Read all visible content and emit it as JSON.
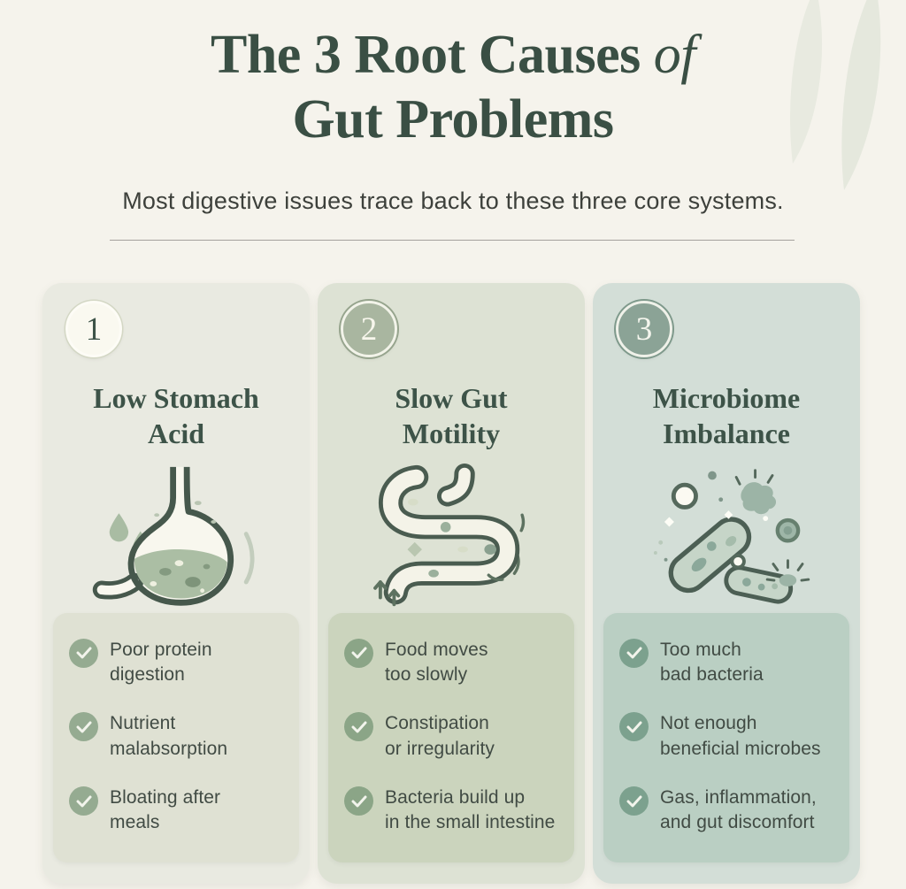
{
  "header": {
    "title_line1_main": "The 3 Root Causes",
    "title_line1_italic": "of",
    "title_line2": "Gut Problems",
    "subtitle": "Most digestive issues trace back to these three core systems."
  },
  "palette": {
    "page_background": "#f5f3ec",
    "title_green": "#3a4f44",
    "body_text": "#414b44",
    "card1_bg": "#e9eae1",
    "card2_bg": "#dde2d4",
    "card3_bg": "#d3ded7",
    "card1_panel": "#dfe1d3",
    "card2_panel": "#cbd4bd",
    "card3_panel": "#bacfc3",
    "check_green": "#8aa58a",
    "icon_outline": "#46584c"
  },
  "cards": [
    {
      "number": "1",
      "title_line1": "Low Stomach",
      "title_line2": "Acid",
      "icon": "stomach-icon",
      "bullets": [
        {
          "line1": "Poor protein",
          "line2": "digestion"
        },
        {
          "line1": "Nutrient",
          "line2": "malabsorption"
        },
        {
          "line1": "Bloating after",
          "line2": "meals"
        }
      ]
    },
    {
      "number": "2",
      "title_line1": "Slow Gut",
      "title_line2": "Motility",
      "icon": "intestine-icon",
      "bullets": [
        {
          "line1": "Food moves",
          "line2": "too slowly"
        },
        {
          "line1": "Constipation",
          "line2": "or irregularity"
        },
        {
          "line1": "Bacteria build up",
          "line2": "in the small intestine"
        }
      ]
    },
    {
      "number": "3",
      "title_line1": "Microbiome",
      "title_line2": "Imbalance",
      "icon": "bacteria-icon",
      "bullets": [
        {
          "line1": "Too much",
          "line2": "bad bacteria"
        },
        {
          "line1": "Not enough",
          "line2": "beneficial microbes"
        },
        {
          "line1": "Gas, inflammation,",
          "line2": "and gut discomfort"
        }
      ]
    }
  ]
}
